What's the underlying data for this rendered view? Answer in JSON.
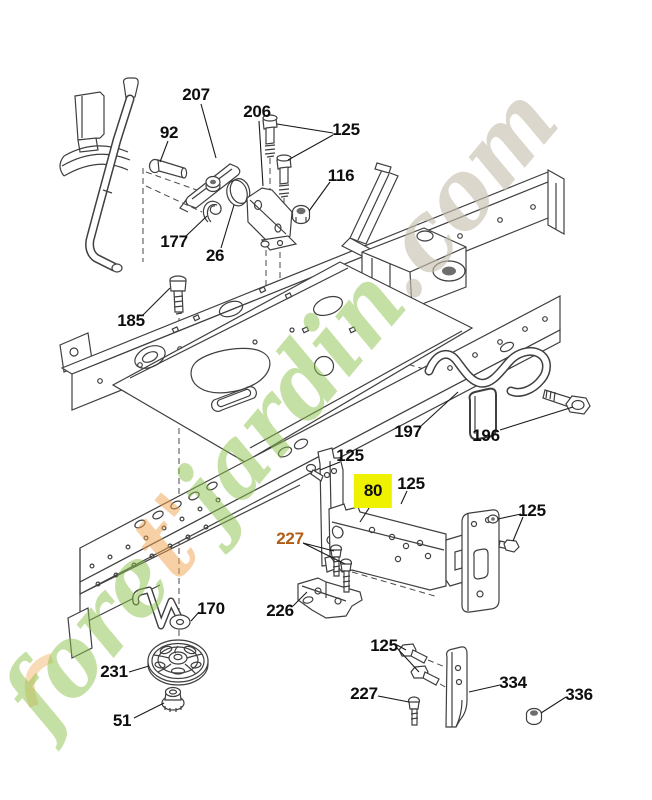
{
  "diagram": {
    "type": "exploded-parts-diagram",
    "subject": "tractor chassis frame assembly",
    "background": "#ffffff",
    "line_color": "#3f3f3f",
    "label_color": "#0e0e0e",
    "highlight_color": "#eef200",
    "accent_label_color": "#b05c14"
  },
  "watermark": {
    "part1": "fore",
    "part2": "t'",
    "part3": "jardin",
    "part4": ".com",
    "green": "#8cc24a",
    "orange": "#f0a44c",
    "tan": "#c6bfae"
  },
  "labels": [
    {
      "text": "207"
    },
    {
      "text": "206"
    },
    {
      "text": "92"
    },
    {
      "text": "125"
    },
    {
      "text": "116"
    },
    {
      "text": "177"
    },
    {
      "text": "26"
    },
    {
      "text": "185"
    },
    {
      "text": "197"
    },
    {
      "text": "196"
    },
    {
      "text": "125"
    },
    {
      "text": "80",
      "highlighted": true
    },
    {
      "text": "125"
    },
    {
      "text": "125"
    },
    {
      "text": "227",
      "accent": true
    },
    {
      "text": "226"
    },
    {
      "text": "170"
    },
    {
      "text": "231"
    },
    {
      "text": "51"
    },
    {
      "text": "125"
    },
    {
      "text": "334"
    },
    {
      "text": "227"
    },
    {
      "text": "336"
    }
  ]
}
